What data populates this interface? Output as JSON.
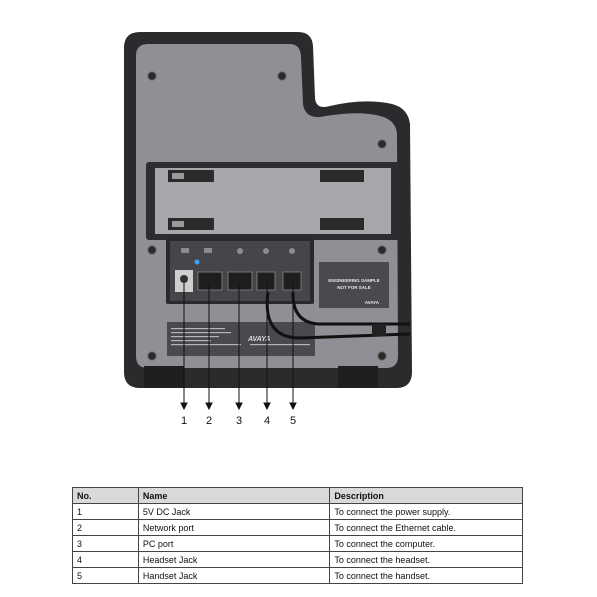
{
  "device": {
    "sticker_line1": "ENGINEERING SAMPLE",
    "sticker_line2": "NOT FOR SALE",
    "sticker_brand": "AVAYA",
    "label_brand": "AVAYA"
  },
  "callouts": [
    "1",
    "2",
    "3",
    "4",
    "5"
  ],
  "table": {
    "headers": [
      "No.",
      "Name",
      "Description"
    ],
    "rows": [
      [
        "1",
        "5V DC Jack",
        "To connect the power supply."
      ],
      [
        "2",
        "Network port",
        "To connect the Ethernet cable."
      ],
      [
        "3",
        "PC port",
        "To connect the computer."
      ],
      [
        "4",
        "Headset Jack",
        "To connect the headset."
      ],
      [
        "5",
        "Handset Jack",
        "To connect the handset."
      ]
    ]
  }
}
